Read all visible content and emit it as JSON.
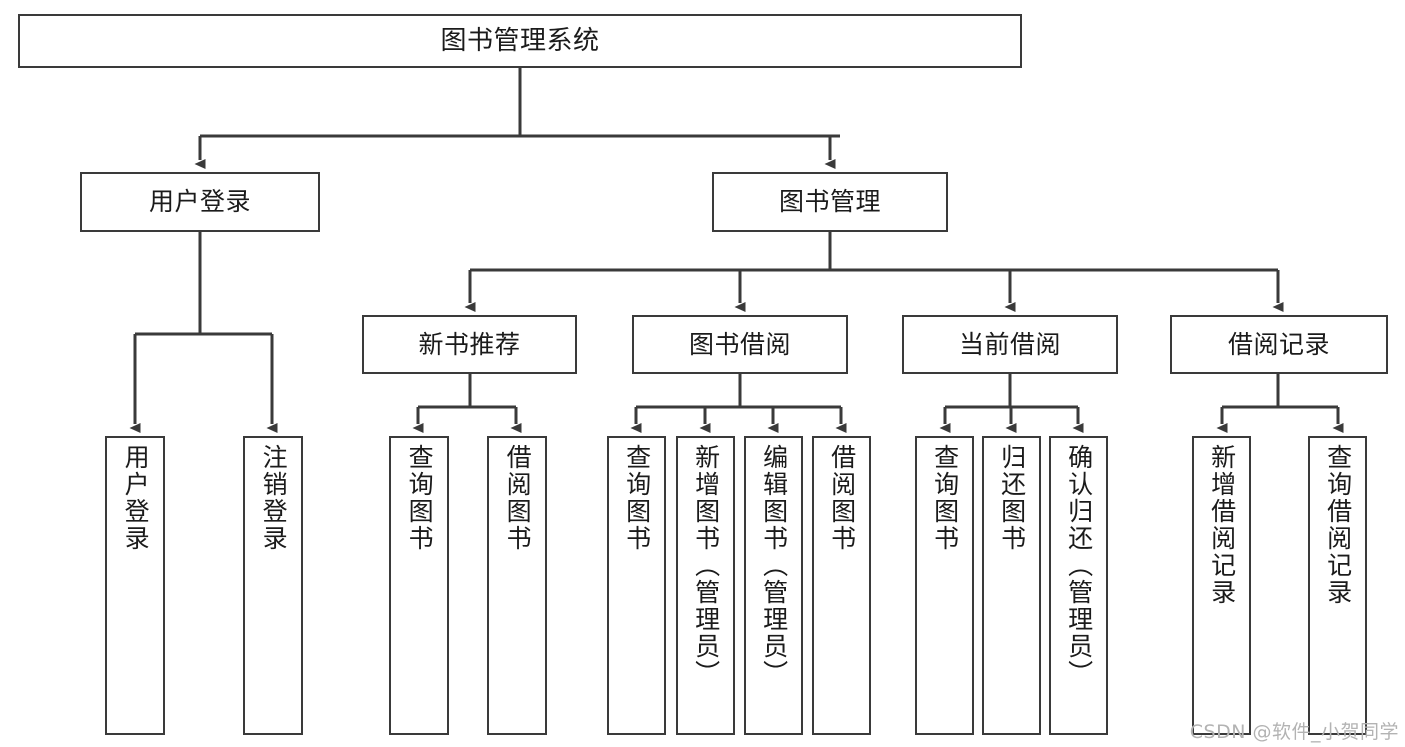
{
  "diagram": {
    "type": "tree-hierarchy",
    "title": "图书管理系统",
    "orientation": "top-down",
    "line_color": "#3a3a3a",
    "box_fill": "#ffffff",
    "text_color": "#1b1b1b",
    "watermark": "CSDN @软件_小贺同学",
    "levels": 4,
    "nodes": {
      "root": {
        "label": "图书管理系统"
      },
      "level1": [
        {
          "label": "用户登录"
        },
        {
          "label": "图书管理"
        }
      ],
      "level2": [
        {
          "label": "新书推荐"
        },
        {
          "label": "图书借阅"
        },
        {
          "label": "当前借阅"
        },
        {
          "label": "借阅记录"
        }
      ],
      "leaves_user_login": [
        {
          "label": "用户登录"
        },
        {
          "label": "注销登录"
        }
      ],
      "leaves_new_book": [
        {
          "label": "查询图书"
        },
        {
          "label": "借阅图书"
        }
      ],
      "leaves_book_borrow": [
        {
          "label": "查询图书"
        },
        {
          "label": "新增图书（管理员）"
        },
        {
          "label": "编辑图书（管理员）"
        },
        {
          "label": "借阅图书"
        }
      ],
      "leaves_current_borrow": [
        {
          "label": "查询图书"
        },
        {
          "label": "归还图书"
        },
        {
          "label": "确认归还（管理员）"
        }
      ],
      "leaves_borrow_record": [
        {
          "label": "新增借阅记录"
        },
        {
          "label": "查询借阅记录"
        }
      ]
    },
    "edges": [
      {
        "from": "图书管理系统",
        "to": "用户登录"
      },
      {
        "from": "图书管理系统",
        "to": "图书管理"
      },
      {
        "from": "用户登录",
        "to": "用户登录"
      },
      {
        "from": "用户登录",
        "to": "注销登录"
      },
      {
        "from": "图书管理",
        "to": "新书推荐"
      },
      {
        "from": "图书管理",
        "to": "图书借阅"
      },
      {
        "from": "图书管理",
        "to": "当前借阅"
      },
      {
        "from": "图书管理",
        "to": "借阅记录"
      },
      {
        "from": "新书推荐",
        "to": "查询图书"
      },
      {
        "from": "新书推荐",
        "to": "借阅图书"
      },
      {
        "from": "图书借阅",
        "to": "查询图书"
      },
      {
        "from": "图书借阅",
        "to": "新增图书（管理员）"
      },
      {
        "from": "图书借阅",
        "to": "编辑图书（管理员）"
      },
      {
        "from": "图书借阅",
        "to": "借阅图书"
      },
      {
        "from": "当前借阅",
        "to": "查询图书"
      },
      {
        "from": "当前借阅",
        "to": "归还图书"
      },
      {
        "from": "当前借阅",
        "to": "确认归还（管理员）"
      },
      {
        "from": "借阅记录",
        "to": "新增借阅记录"
      },
      {
        "from": "借阅记录",
        "to": "查询借阅记录"
      }
    ]
  }
}
